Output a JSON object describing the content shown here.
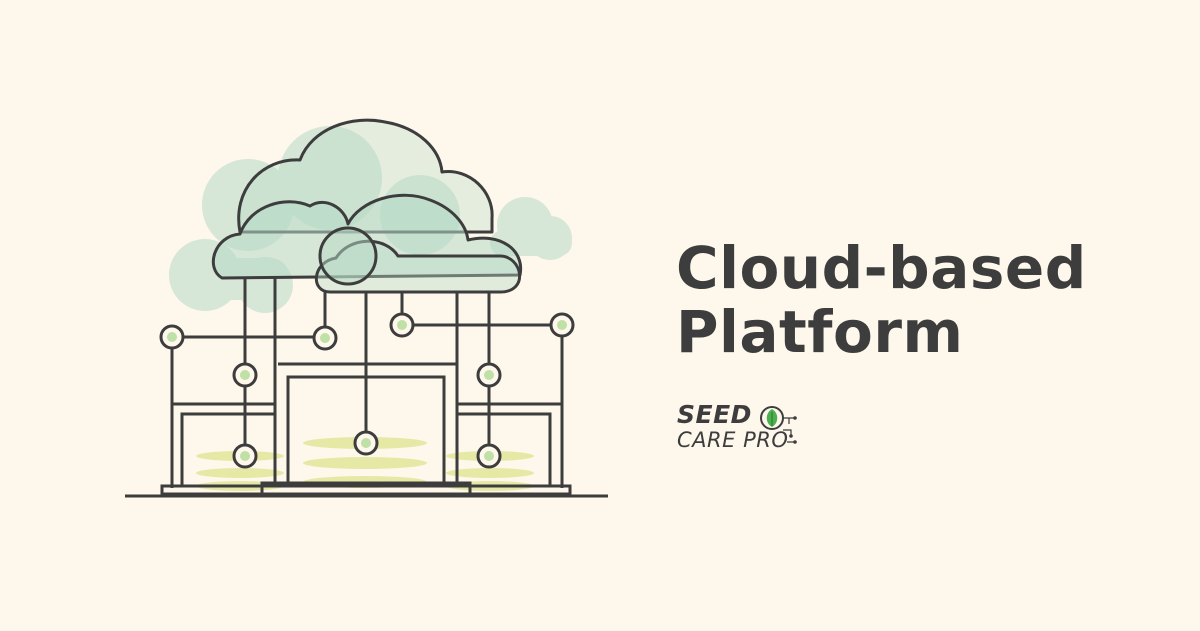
{
  "headline": {
    "line1": "Cloud-based",
    "line2": "Platform"
  },
  "logo": {
    "line1": "SEED",
    "line2": "CARE PRO"
  },
  "colors": {
    "background": "#fdf7ec",
    "ink": "#3d3d3d",
    "cloud_fill": "#b7d9c6",
    "node_fill": "#bfe0a6",
    "glow": "#e3e79a",
    "leaf": "#4caf50"
  },
  "icons": [
    "cloud-icon",
    "network-node-icon",
    "building-icon",
    "leaf-icon"
  ]
}
